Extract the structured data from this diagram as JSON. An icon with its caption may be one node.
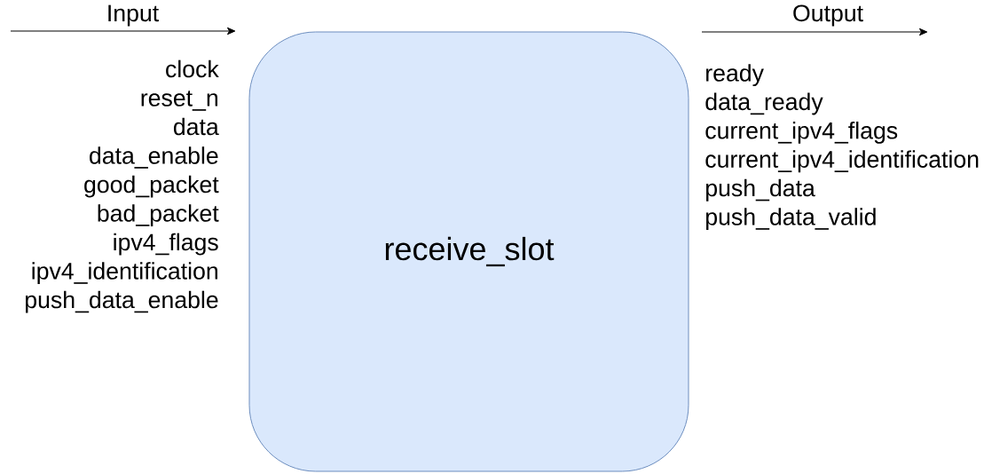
{
  "diagram": {
    "nodes": [
      {
        "text": [
          "receive_slot"
        ]
      }
    ],
    "labels": [
      "Input",
      "Output",
      "clock",
      "reset_n",
      "data",
      "data_enable",
      "good_packet",
      "bad_packet",
      "ipv4_flags",
      "ipv4_identification",
      "push_data_enable",
      "ready",
      "data_ready",
      "current_ipv4_flags",
      "current_ipv4_identification",
      "push_data",
      "push_data_valid"
    ]
  }
}
